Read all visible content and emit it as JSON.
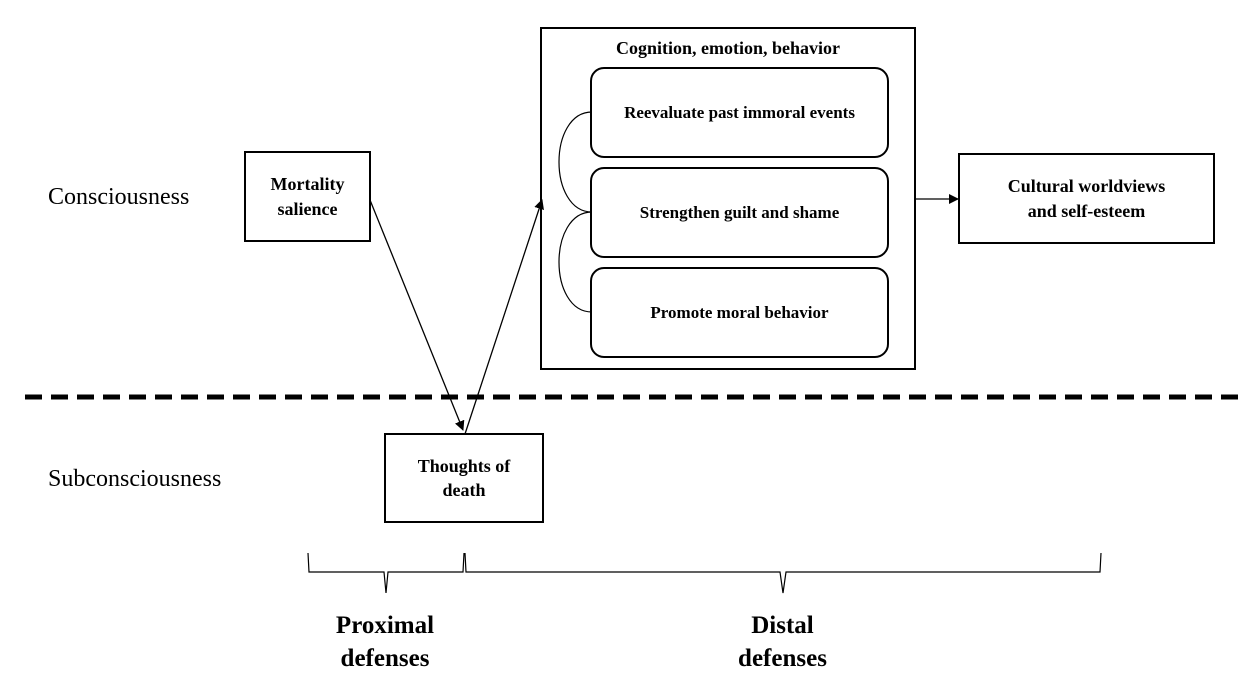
{
  "levels": {
    "upper": "Consciousness",
    "lower": "Subconsciousness"
  },
  "nodes": {
    "mortality": "Mortality\nsalience",
    "thoughts": "Thoughts of\ndeath",
    "group_title": "Cognition, emotion, behavior",
    "reevaluate": "Reevaluate past immoral events",
    "strengthen": "Strengthen guilt and shame",
    "promote": "Promote moral behavior",
    "cultural": "Cultural  worldviews\nand self-esteem"
  },
  "defenses": {
    "proximal": "Proximal\ndefenses",
    "distal": "Distal\ndefenses"
  }
}
